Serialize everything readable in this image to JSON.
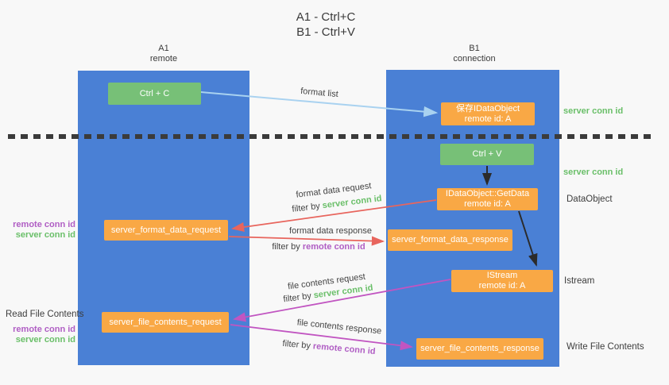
{
  "title": {
    "line1": "A1 - Ctrl+C",
    "line2": "B1 - Ctrl+V"
  },
  "lanes": {
    "a1": {
      "name": "A1",
      "subtitle": "remote"
    },
    "b1": {
      "name": "B1",
      "subtitle": "connection"
    }
  },
  "boxes": {
    "ctrl_c": "Ctrl + C",
    "ctrl_v": "Ctrl + V",
    "save_dataobject": {
      "line1": "保存IDataObject",
      "line2": "remote id: A"
    },
    "getdata": {
      "line1": "IDataObject::GetData",
      "line2": "remote id: A"
    },
    "istream": {
      "line1": "IStream",
      "line2": "remote id: A"
    },
    "format_request": "server_format_data_request",
    "format_response": "server_format_data_response",
    "file_request": "server_file_contents_request",
    "file_response": "server_file_contents_response"
  },
  "side_labels": {
    "server_conn_id_top": "server conn id",
    "server_conn_id_mid": "server conn id",
    "dataobject": "DataObject",
    "istream": "Istream",
    "write_file_contents": "Write File Contents",
    "read_file_contents": "Read File Contents",
    "format_pair": {
      "remote": "remote conn id",
      "server": "server conn id"
    },
    "file_pair": {
      "remote": "remote conn id",
      "server": "server conn id"
    }
  },
  "arrow_labels": {
    "format_list": "format list",
    "format_request": "format data request",
    "format_request_filter": {
      "prefix": "filter by ",
      "key": "server conn id"
    },
    "format_response": "format data response",
    "format_response_filter": {
      "prefix": "filter by ",
      "key": "remote conn id"
    },
    "file_request": "file contents request",
    "file_request_filter": {
      "prefix": "filter by ",
      "key": "server conn id"
    },
    "file_response": "file contents response",
    "file_response_filter": {
      "prefix": "filter by ",
      "key": "remote conn id"
    }
  },
  "colors": {
    "lane_blue": "#4a80d5",
    "box_green": "#77c077",
    "box_orange": "#f9a845",
    "arrow_blue": "#a9d2f0",
    "arrow_red": "#e8655d",
    "arrow_magenta": "#c155c1",
    "arrow_black": "#2b2b2b",
    "label_green": "#6abf69",
    "label_purple": "#b05ec4",
    "label_gray": "#3d3d3d"
  }
}
